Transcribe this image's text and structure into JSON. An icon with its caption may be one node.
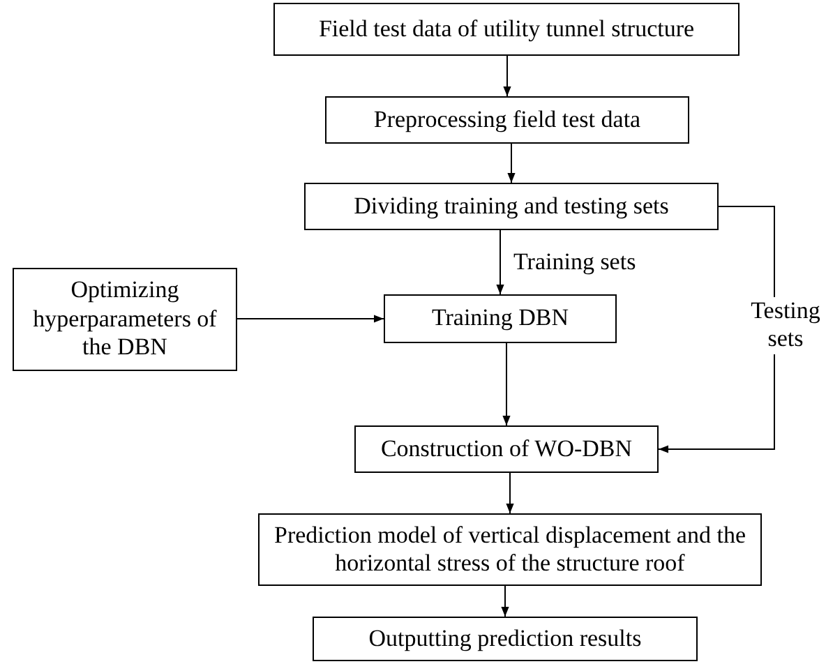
{
  "diagram": {
    "nodes": [
      {
        "text": [
          "Field test data of utility tunnel structure"
        ]
      },
      {
        "text": [
          "Preprocessing field test data"
        ]
      },
      {
        "text": [
          "Dividing training and testing sets"
        ]
      },
      {
        "text": [
          "Optimizing hyperparameters of the DBN"
        ]
      },
      {
        "text": [
          "Training DBN"
        ]
      },
      {
        "text": [
          "Construction of WO-DBN"
        ]
      },
      {
        "text": [
          "Prediction model of vertical displacement and the horizontal stress of the structure roof"
        ]
      },
      {
        "text": [
          "Outputting prediction results"
        ]
      }
    ],
    "edges": [
      {
        "from": 0,
        "to": 1,
        "arrow": "to"
      },
      {
        "from": 1,
        "to": 2,
        "arrow": "to"
      },
      {
        "from": 2,
        "to": 4,
        "arrow": "to",
        "label": "Training sets"
      },
      {
        "from": 3,
        "to": 4,
        "arrow": "to"
      },
      {
        "from": 4,
        "to": 5,
        "arrow": "to"
      },
      {
        "from": 2,
        "to": 5,
        "arrow": "to",
        "label": "Testing sets"
      },
      {
        "from": 5,
        "to": 6,
        "arrow": "to"
      },
      {
        "from": 6,
        "to": 7,
        "arrow": "to"
      }
    ]
  }
}
